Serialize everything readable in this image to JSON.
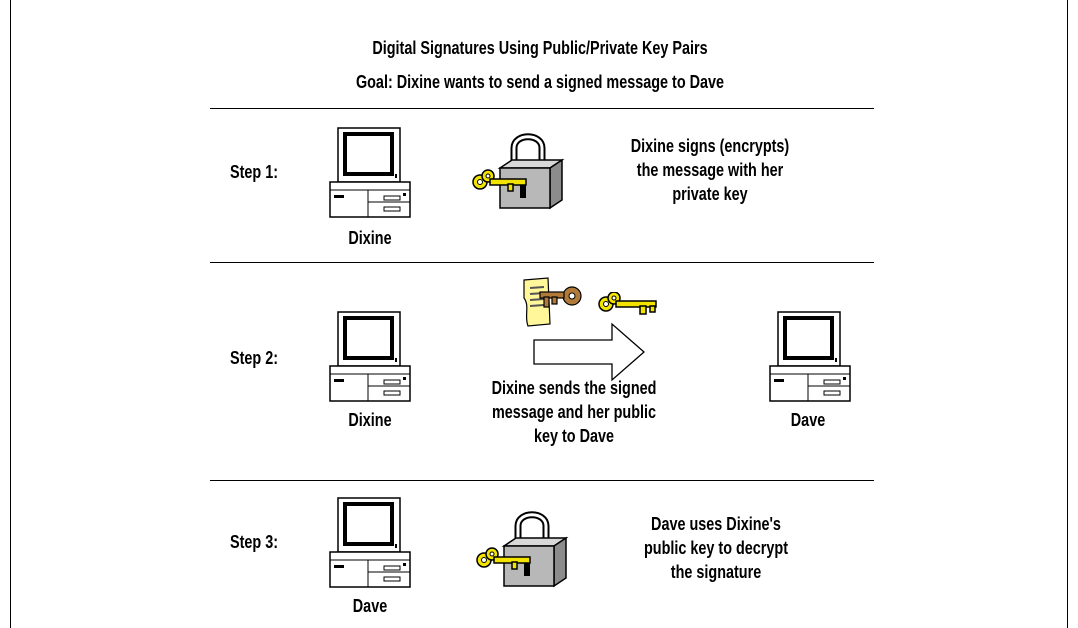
{
  "header": {
    "title": "Digital Signatures Using Public/Private Key Pairs",
    "goal": "Goal: Dixine wants to send a signed message to Dave"
  },
  "step1": {
    "label": "Step 1:",
    "computer_label": "Dixine",
    "description": "Dixine signs (encrypts)\nthe message with her\nprivate key"
  },
  "step2": {
    "label": "Step 2:",
    "sender_label": "Dixine",
    "receiver_label": "Dave",
    "description": "Dixine sends the signed\nmessage and her public\nkey to Dave"
  },
  "step3": {
    "label": "Step 3:",
    "computer_label": "Dave",
    "description": "Dave uses Dixine's\npublic key to decrypt\nthe signature"
  },
  "colors": {
    "key": "#f2e400",
    "lock": "#b8b8b8",
    "document": "#fff79a",
    "private_key": "#b07a3a"
  }
}
